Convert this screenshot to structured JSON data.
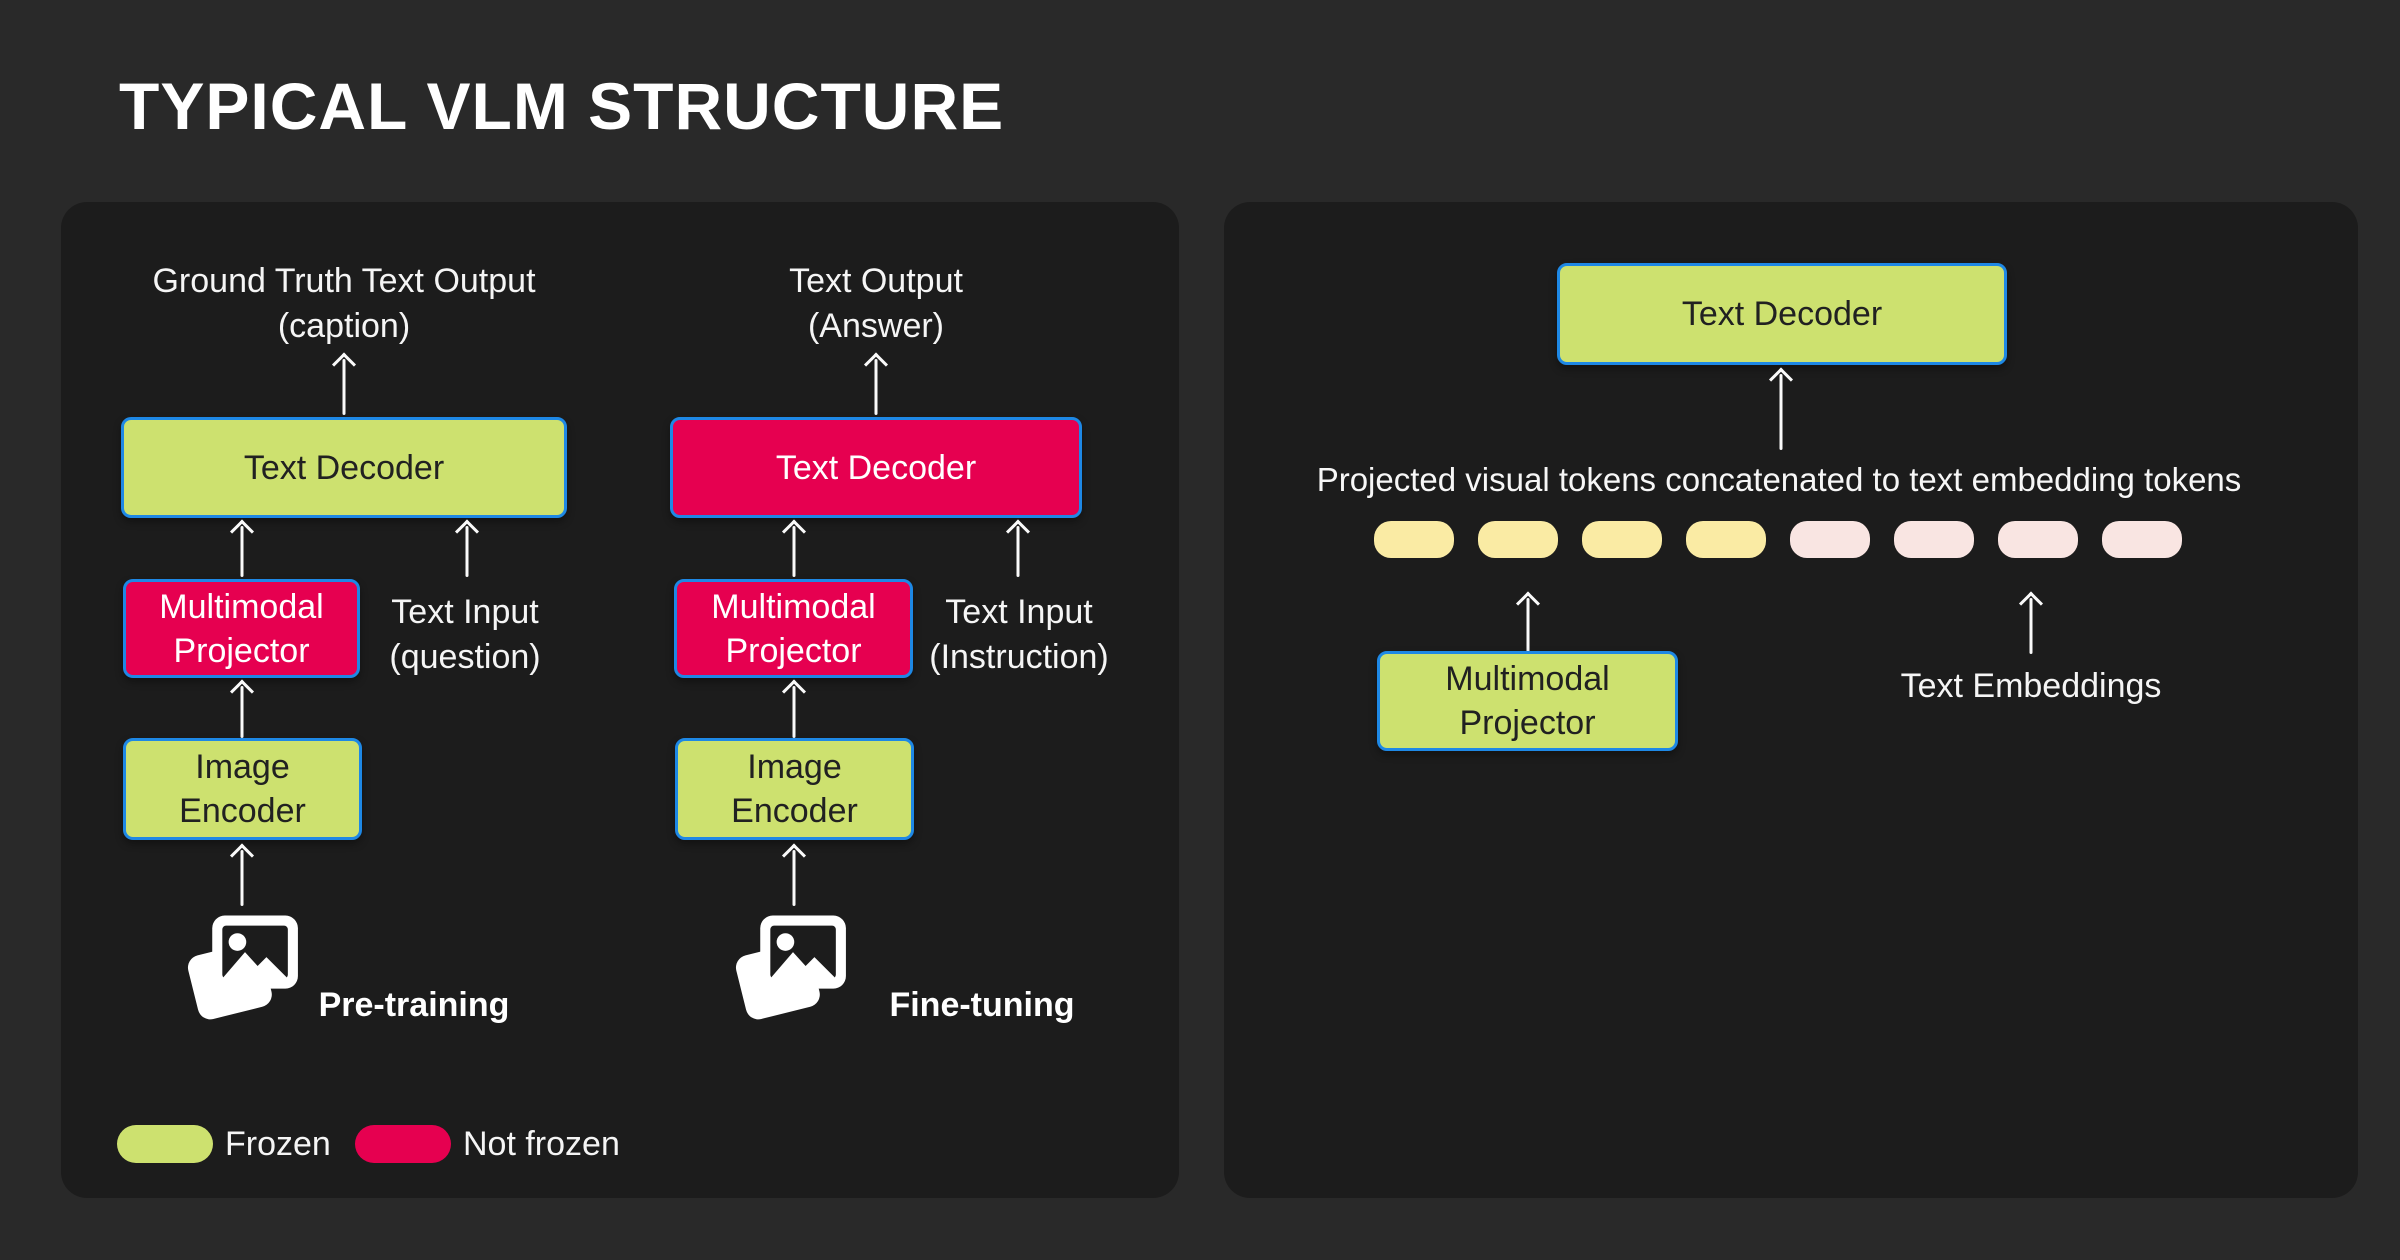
{
  "title": "TYPICAL VLM STRUCTURE",
  "colors": {
    "page_background": "#292929",
    "panel_background": "#1c1c1c",
    "frozen_green": "#cde16f",
    "not_frozen_pink": "#e60050",
    "box_border_blue": "#1e88e5",
    "visual_token_yellow": "#faeba4",
    "text_token_pink": "#f9e5e2",
    "arrow_white": "#fafafa"
  },
  "left_panel": {
    "pretraining": {
      "stage_label": "Pre-training",
      "output_lines": [
        "Ground Truth Text Output",
        "(caption)"
      ],
      "text_decoder": {
        "label": "Text Decoder",
        "state": "frozen"
      },
      "multimodal_projector": {
        "lines": [
          "Multimodal",
          "Projector"
        ],
        "state": "not frozen"
      },
      "text_input_lines": [
        "Text Input",
        "(question)"
      ],
      "image_encoder": {
        "lines": [
          "Image",
          "Encoder"
        ],
        "state": "frozen"
      },
      "image_icon": "photo-stack-icon"
    },
    "finetuning": {
      "stage_label": "Fine-tuning",
      "output_lines": [
        "Text Output",
        "(Answer)"
      ],
      "text_decoder": {
        "label": "Text Decoder",
        "state": "not frozen"
      },
      "multimodal_projector": {
        "lines": [
          "Multimodal",
          "Projector"
        ],
        "state": "not frozen"
      },
      "text_input_lines": [
        "Text Input",
        "(Instruction)"
      ],
      "image_encoder": {
        "lines": [
          "Image",
          "Encoder"
        ],
        "state": "frozen"
      },
      "image_icon": "photo-stack-icon"
    },
    "legend": {
      "frozen_label": "Frozen",
      "not_frozen_label": "Not frozen"
    }
  },
  "right_panel": {
    "text_decoder": {
      "label": "Text Decoder",
      "state": "frozen"
    },
    "caption": "Projected visual tokens concatenated to text embedding tokens",
    "tokens": {
      "visual_count": 4,
      "text_count": 4
    },
    "multimodal_projector": {
      "lines": [
        "Multimodal",
        "Projector"
      ],
      "state": "frozen"
    },
    "text_embeddings_label": "Text Embeddings"
  }
}
